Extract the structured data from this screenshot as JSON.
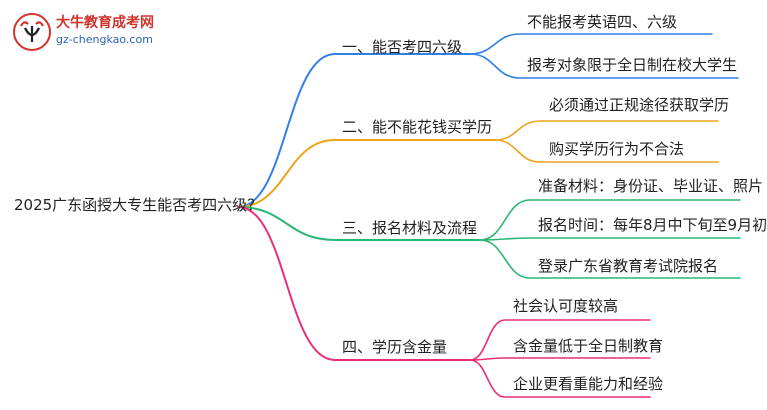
{
  "root": "2025广东函授大专生能否考四六级？",
  "logo": {
    "title": "大牛教育成考网",
    "url": "gz-chengkao.com"
  },
  "colors": {
    "blue": "#2f7fe6",
    "orange": "#efa21a",
    "green": "#28b776",
    "pink": "#ea2d7a"
  },
  "branches": [
    {
      "label": "一、能否考四六级",
      "leaves": [
        "不能报考英语四、六级",
        "报考对象限于全日制在校大学生"
      ]
    },
    {
      "label": "二、能不能花钱买学历",
      "leaves": [
        "必须通过正规途径获取学历",
        "购买学历行为不合法"
      ]
    },
    {
      "label": "三、报名材料及流程",
      "leaves": [
        "准备材料：身份证、毕业证、照片",
        "报名时间：每年8月中下旬至9月初",
        "登录广东省教育考试院报名"
      ]
    },
    {
      "label": "四、学历含金量",
      "leaves": [
        "社会认可度较高",
        "含金量低于全日制教育",
        "企业更看重能力和经验"
      ]
    }
  ]
}
